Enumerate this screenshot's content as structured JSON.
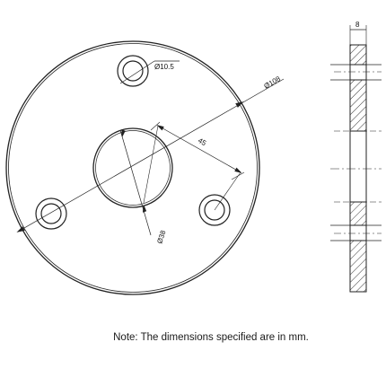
{
  "drawing": {
    "dim_outer_diameter": "Ø108",
    "dim_bolt_hole": "Ø10.5",
    "dim_pitch_radius": "45",
    "dim_center_bore": "Ø38",
    "dim_thickness": "8"
  },
  "note": "Note: The dimensions specified are in mm."
}
